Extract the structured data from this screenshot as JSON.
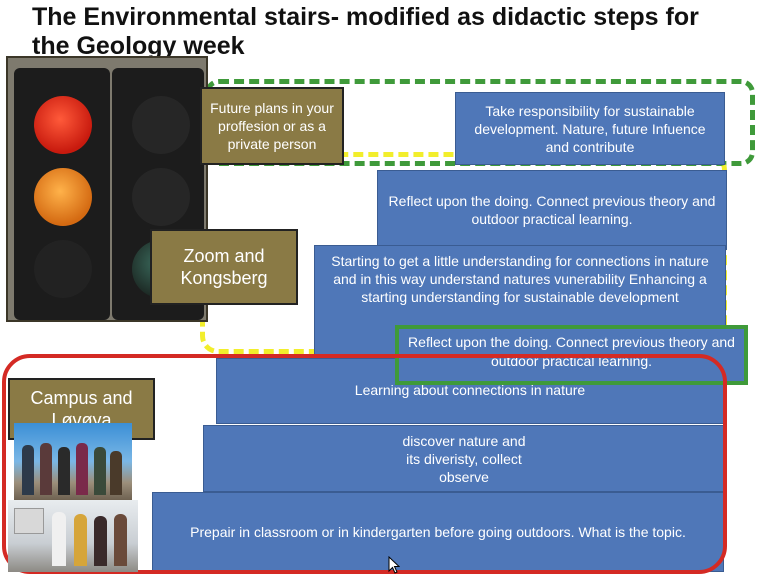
{
  "title": "The Environmental stairs- modified as didactic steps for the Geology week",
  "labels": {
    "future": "Future plans in your proffesion or as a private person",
    "zoom": "Zoom and Kongsberg",
    "campus": "Campus and Løvøya"
  },
  "steps": {
    "s1": "Prepair in classroom or in kindergarten before going outdoors. What is the topic.",
    "s2": "discover nature and its diveristy, collect observe",
    "s3": "Learning about connections in nature",
    "s4": "Reflect upon the doing. Connect previous theory and outdoor practical learning.",
    "s5": "Starting to get a little understanding for connections in nature and in this way understand natures vunerability Enhancing a starting understanding for sustainable development",
    "s6": "Reflect upon the doing. Connect previous theory and outdoor practical learning.",
    "s7": "Take responsibility for sustainable development. Nature, future Infuence and contribute"
  },
  "icons": {
    "traffic_light": "traffic-light-icon",
    "cursor": "mouse-pointer-icon"
  },
  "colors": {
    "step_blue": "#4f77b8",
    "label_olive": "#8a7a45",
    "frame_red": "#d42a24",
    "frame_green": "#3f9a3a",
    "frame_yellow": "#f2ee2c"
  }
}
